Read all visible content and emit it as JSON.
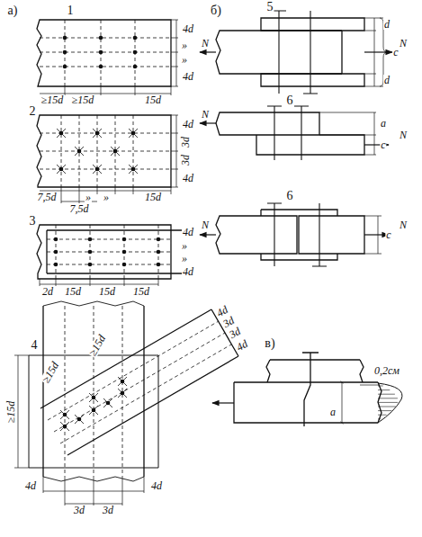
{
  "diagram": {
    "labels": [
      "а)",
      "1",
      "4d",
      "»",
      "»",
      "4d",
      "≥15d",
      "≥15d",
      "15d",
      "2",
      "4d",
      "3d",
      "3d",
      "4d",
      "7,5d",
      "»",
      "»",
      "15d",
      "7,5d",
      "3",
      "4d",
      "»",
      "»",
      "4d",
      "2d",
      "15d",
      "15d",
      "15d",
      "4",
      "≥15d",
      "≥15d",
      "≥15d",
      "4d",
      "3d",
      "3d",
      "4d",
      "4d",
      "3d",
      "3d",
      "4d",
      "б)",
      "5",
      "N",
      "N",
      "d",
      "c",
      "d",
      "6",
      "N",
      "N",
      "a",
      "c",
      "6",
      "N",
      "N",
      "c",
      "в)",
      "0,2см",
      "a"
    ]
  }
}
